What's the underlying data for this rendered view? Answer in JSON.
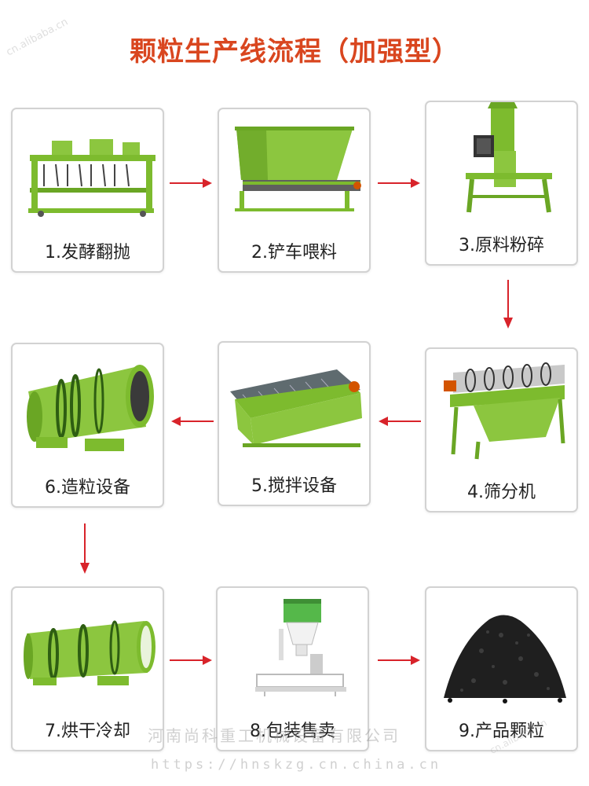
{
  "title": "颗粒生产线流程（加强型）",
  "watermarks": {
    "top_left": "cn.alibaba.cn",
    "company": "河南尚科重工机械设备有限公司",
    "url": "https://hnskzg.cn.china.cn",
    "bottom_right": "cn.alibaba.cn"
  },
  "colors": {
    "title": "#d9461f",
    "machine_green": "#7dbb2e",
    "arrow": "#d8232a",
    "card_border": "#d2d2d2"
  },
  "steps": [
    {
      "label": "1.发酵翻抛",
      "icon": "compost-turner-machine"
    },
    {
      "label": "2.铲车喂料",
      "icon": "hopper-feeder-machine"
    },
    {
      "label": "3.原料粉碎",
      "icon": "vertical-crusher-machine"
    },
    {
      "label": "4.筛分机",
      "icon": "rotary-screener-machine"
    },
    {
      "label": "5.搅拌设备",
      "icon": "horizontal-mixer-machine"
    },
    {
      "label": "6.造粒设备",
      "icon": "drum-granulator-machine"
    },
    {
      "label": "7.烘干冷却",
      "icon": "rotary-dryer-machine"
    },
    {
      "label": "8.包装售卖",
      "icon": "packing-scale-machine"
    },
    {
      "label": "9.产品颗粒",
      "icon": "granule-pile"
    }
  ]
}
